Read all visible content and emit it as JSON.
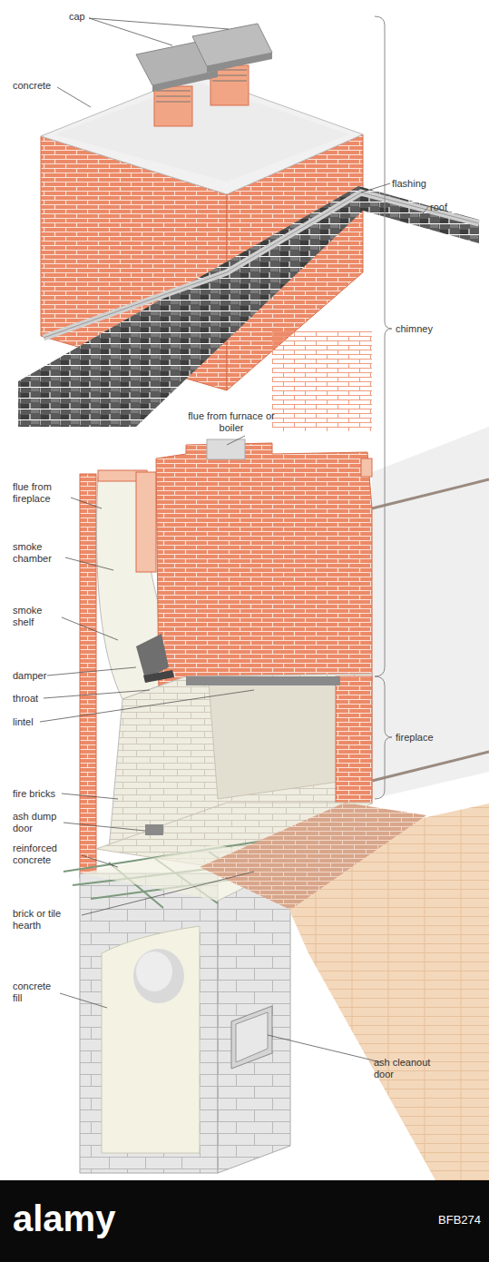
{
  "diagram": {
    "labels": [
      "cap",
      "concrete",
      "flashing",
      "roof",
      "chimney",
      "flue from furnace or boiler",
      "flue from fireplace",
      "smoke chamber",
      "smoke shelf",
      "damper",
      "throat",
      "lintel",
      "fire bricks",
      "fireplace",
      "ash dump door",
      "reinforced concrete",
      "brick or tile hearth",
      "concrete fill",
      "ash cleanout door",
      "alamy",
      "BFB274"
    ]
  }
}
